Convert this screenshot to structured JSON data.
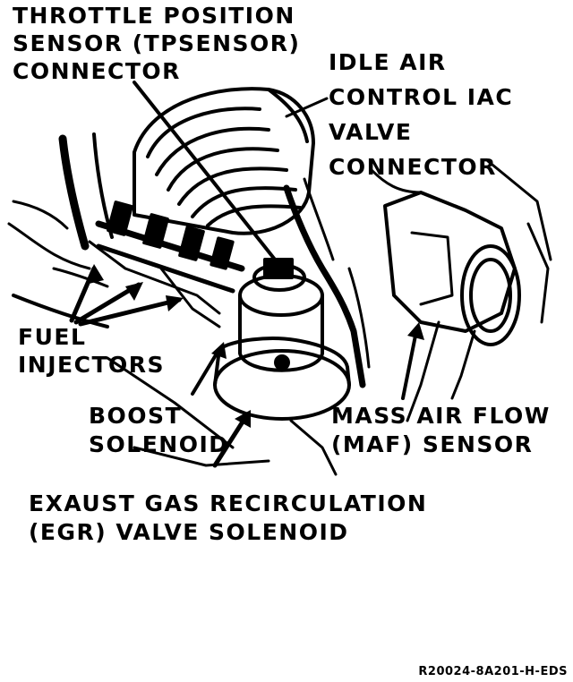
{
  "labels": {
    "tps": [
      "THROTTLE POSITION",
      "SENSOR (TPSENSOR)",
      "CONNECTOR"
    ],
    "iac": [
      "IDLE AIR",
      "CONTROL IAC",
      "VALVE",
      "CONNECTOR"
    ],
    "fuel_injectors": [
      "FUEL",
      "INJECTORS"
    ],
    "boost_solenoid": [
      "BOOST",
      "SOLENOID"
    ],
    "maf": [
      "MASS AIR FLOW",
      "(MAF) SENSOR"
    ],
    "egr": [
      "EXAUST GAS RECIRCULATION",
      "(EGR) VALVE SOLENOID"
    ]
  },
  "reference_code": "R20024-8A201-H-EDS"
}
